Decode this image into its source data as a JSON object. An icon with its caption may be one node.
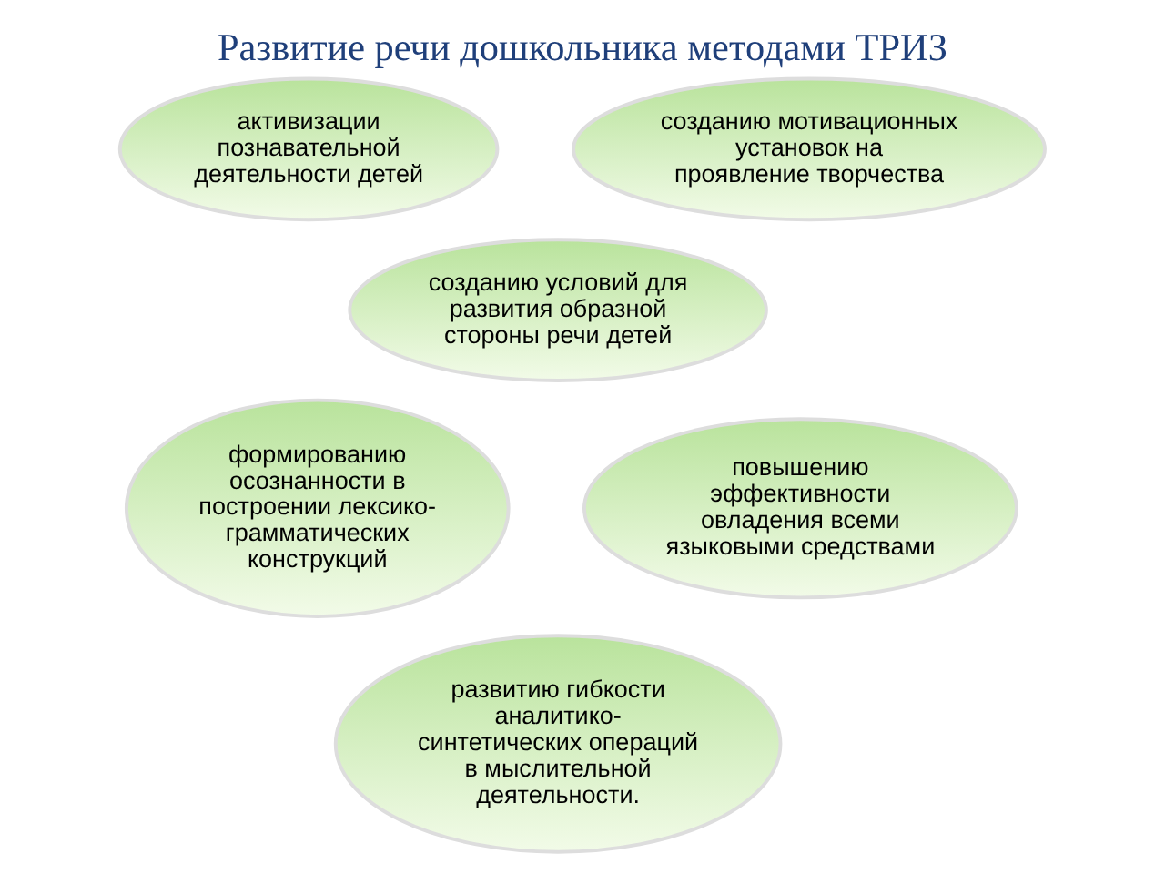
{
  "diagram": {
    "title": "Развитие речи дошкольника методами ТРИЗ",
    "nodes": [
      {
        "text": [
          "активизации познавательной деятельности детей"
        ]
      },
      {
        "text": [
          "созданию мотивационных установок на проявление творчества"
        ]
      },
      {
        "text": [
          "созданию условий для развития образной стороны речи детей"
        ]
      },
      {
        "text": [
          "формированию осознанности в построении лексико-грамматических конструкций"
        ]
      },
      {
        "text": [
          "повышению эффективности овладения всеми языковыми средствами"
        ]
      },
      {
        "text": [
          "развитию гибкости аналитико-синтетических операций в мыслительной деятельности."
        ]
      }
    ],
    "edges": []
  }
}
